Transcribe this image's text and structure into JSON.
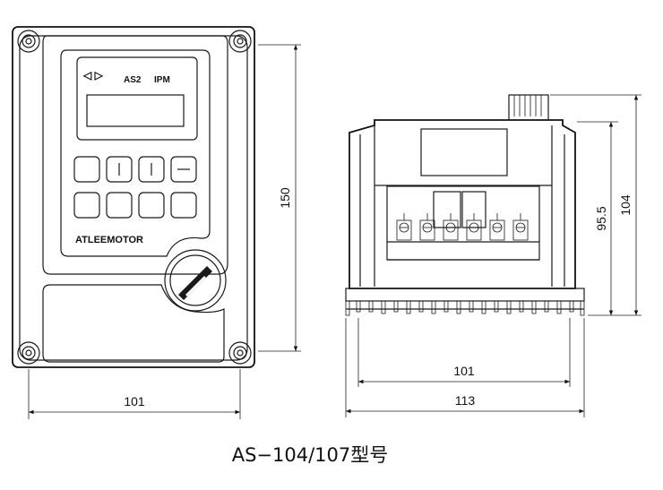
{
  "front_view": {
    "display_labels": {
      "arrows": "◁ ▷",
      "mode": "AS2",
      "module": "IPM"
    },
    "brand": "ATLEEMOTOR",
    "dim_width": "101",
    "dim_height": "150"
  },
  "side_view": {
    "dim_inner_width": "101",
    "dim_outer_width": "113",
    "dim_body_height": "95.5",
    "dim_total_height": "104"
  },
  "caption": "AS−104/107型号"
}
